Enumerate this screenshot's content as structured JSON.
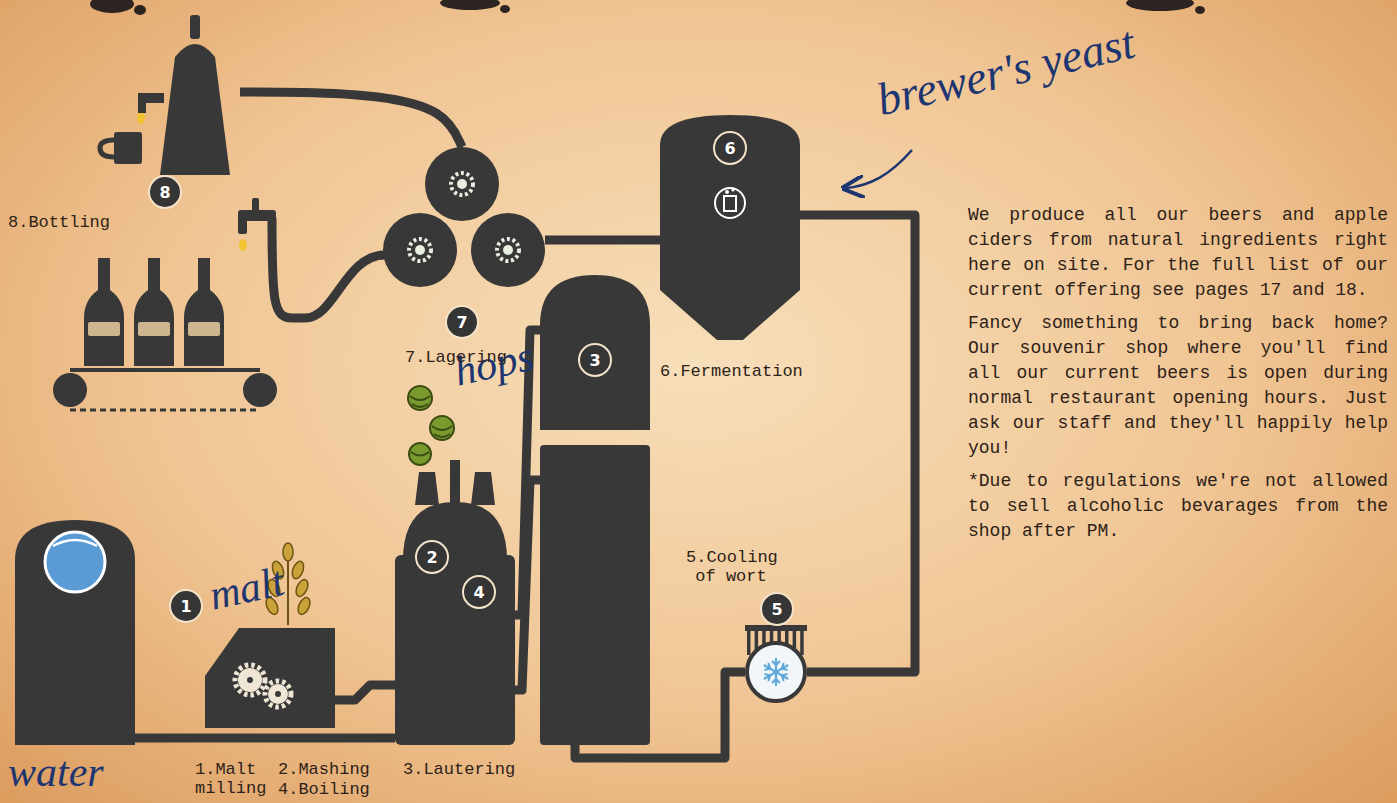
{
  "diagram": {
    "nodes": [
      {
        "text": [
          "water"
        ]
      },
      {
        "text": [
          "1",
          "malt",
          "1.Malt milling"
        ]
      },
      {
        "text": [
          "2",
          "4",
          "hops",
          "2.Mashing",
          "4.Boiling"
        ]
      },
      {
        "text": [
          "3",
          "3.Lautering"
        ]
      },
      {
        "text": [
          "5",
          "5.Cooling of wort"
        ]
      },
      {
        "text": [
          "6",
          "brewer's yeast",
          "6.Fermentation"
        ]
      },
      {
        "text": [
          "7",
          "7.Lagering"
        ]
      },
      {
        "text": [
          "8",
          "8.Bottling"
        ]
      }
    ],
    "edges": [
      {
        "from": 0,
        "to": 2,
        "arrow": "none"
      },
      {
        "from": 1,
        "to": 2,
        "arrow": "none"
      },
      {
        "from": 2,
        "to": 3,
        "arrow": "none"
      },
      {
        "from": 2,
        "to": 3,
        "arrow": "none"
      },
      {
        "from": 3,
        "to": 4,
        "arrow": "none"
      },
      {
        "from": 4,
        "to": 5,
        "arrow": "none"
      },
      {
        "from": 5,
        "to": 6,
        "arrow": "none"
      },
      {
        "from": 6,
        "to": 7,
        "arrow": "none"
      }
    ],
    "labels": [
      "We produce all our beers and apple ciders from natural ingredients right here on site. For the full list of our current offering see pages 17 and 18.",
      "Fancy something to bring back home? Our souvenir shop where you'll find all our current beers is open during normal restaurant opening hours. Just ask our staff and they'll happily help you!",
      "*Due to regulations we're not allowed to sell alcoholic bevarages from the shop after PM."
    ]
  }
}
